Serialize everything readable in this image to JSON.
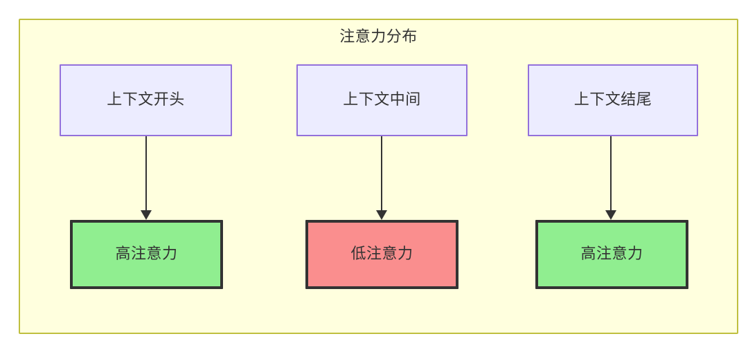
{
  "diagram": {
    "title": "注意力分布",
    "container": {
      "fill_color": "#ffffde",
      "border_color": "#bfbf3f"
    },
    "nodes": [
      {
        "id": "ctx-start",
        "label": "上下文开头",
        "group": "context",
        "fill_color": "#ececff",
        "border_color": "#9370db",
        "text_color": "#333333"
      },
      {
        "id": "ctx-mid",
        "label": "上下文中间",
        "group": "context",
        "fill_color": "#ececff",
        "border_color": "#9370db",
        "text_color": "#333333"
      },
      {
        "id": "ctx-end",
        "label": "上下文结尾",
        "group": "context",
        "fill_color": "#ececff",
        "border_color": "#9370db",
        "text_color": "#333333"
      },
      {
        "id": "attn-start",
        "label": "高注意力",
        "group": "attention-high",
        "fill_color": "#90ee90",
        "border_color": "#333333",
        "text_color": "#333333"
      },
      {
        "id": "attn-mid",
        "label": "低注意力",
        "group": "attention-low",
        "fill_color": "#fa8e8e",
        "border_color": "#333333",
        "text_color": "#333333"
      },
      {
        "id": "attn-end",
        "label": "高注意力",
        "group": "attention-high",
        "fill_color": "#90ee90",
        "border_color": "#333333",
        "text_color": "#333333"
      }
    ],
    "edges": [
      {
        "id": "edge-start",
        "from": "ctx-start",
        "to": "attn-start",
        "label": "",
        "arrow": "arrow-down-icon"
      },
      {
        "id": "edge-mid",
        "from": "ctx-mid",
        "to": "attn-mid",
        "label": "",
        "arrow": "arrow-down-icon"
      },
      {
        "id": "edge-end",
        "from": "ctx-end",
        "to": "attn-end",
        "label": "",
        "arrow": "arrow-down-icon"
      }
    ]
  }
}
